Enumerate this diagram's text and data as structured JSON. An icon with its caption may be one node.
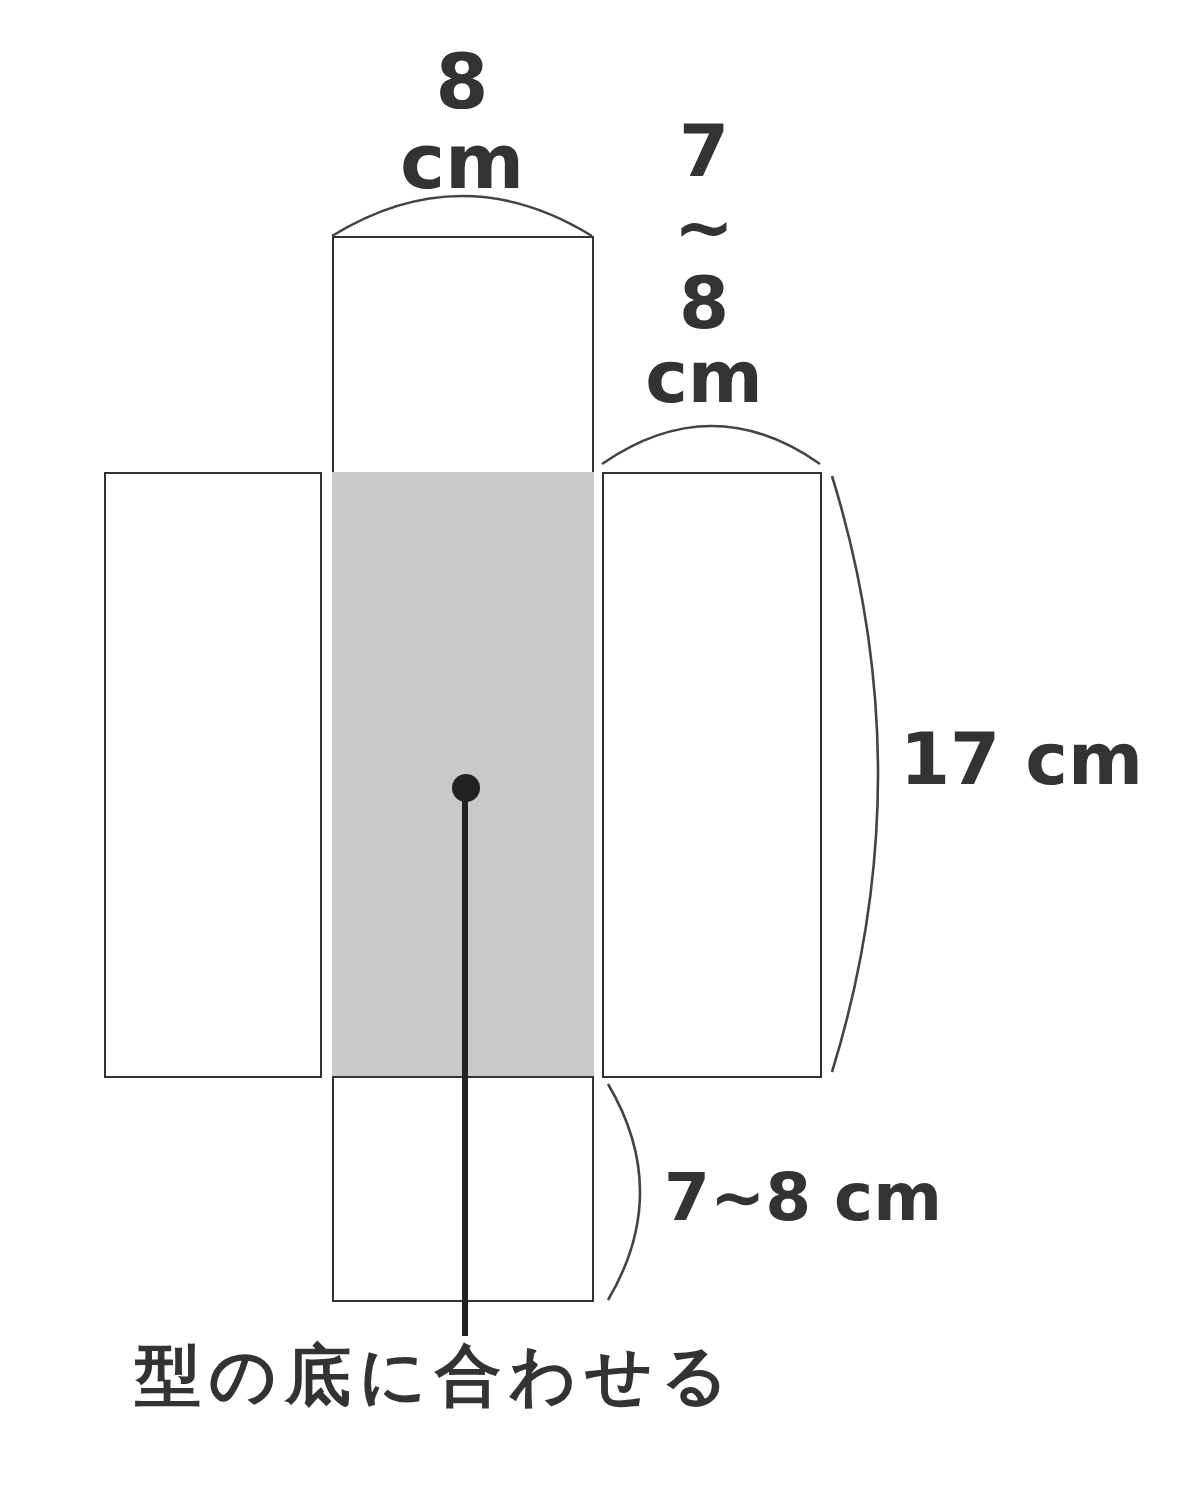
{
  "diagram": {
    "nodes": [
      {
        "text": [],
        "shape": "box"
      },
      {
        "text": [],
        "shape": "box"
      },
      {
        "text": [],
        "shape": "box"
      },
      {
        "text": [],
        "shape": "circle",
        "in": 2
      },
      {
        "text": [],
        "shape": "box"
      },
      {
        "text": [],
        "shape": "box"
      },
      {
        "text": [
          "型の底に合わせる"
        ]
      }
    ],
    "edges": [
      {
        "from": 6,
        "to": 3,
        "arrow": "none"
      }
    ],
    "labels": [
      "8 cm",
      "7 ~ 8 cm",
      "17 cm",
      "7~8 cm"
    ]
  }
}
